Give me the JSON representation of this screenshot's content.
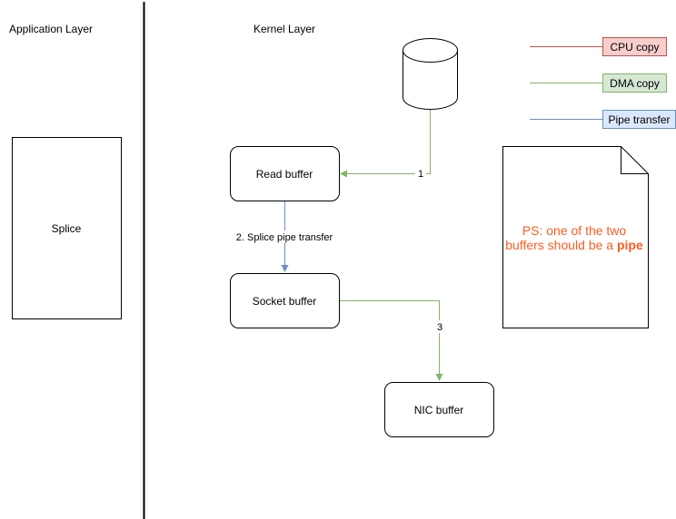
{
  "layers": {
    "application": "Application Layer",
    "kernel": "Kernel Layer"
  },
  "nodes": {
    "splice": "Splice",
    "read_buffer": "Read buffer",
    "socket_buffer": "Socket buffer",
    "nic_buffer": "NIC buffer"
  },
  "edges": {
    "disk_to_read": "1",
    "read_to_socket": "2. Splice pipe transfer",
    "socket_to_nic": "3"
  },
  "legend": {
    "cpu": {
      "label": "CPU copy",
      "line_color": "#b85450",
      "fill": "#f8cecc",
      "stroke": "#b85450"
    },
    "dma": {
      "label": "DMA copy",
      "line_color": "#82b366",
      "fill": "#d5e8d4",
      "stroke": "#82b366"
    },
    "pipe": {
      "label": "Pipe transfer",
      "line_color": "#6c8ebf",
      "fill": "#dae8fc",
      "stroke": "#6c8ebf"
    }
  },
  "note": {
    "line1": "PS: one of the two",
    "line2_prefix": "buffers should be a ",
    "line2_bold": "pipe",
    "color": "#ff5c1f"
  },
  "icons": {
    "disk": "database-cylinder-icon"
  }
}
